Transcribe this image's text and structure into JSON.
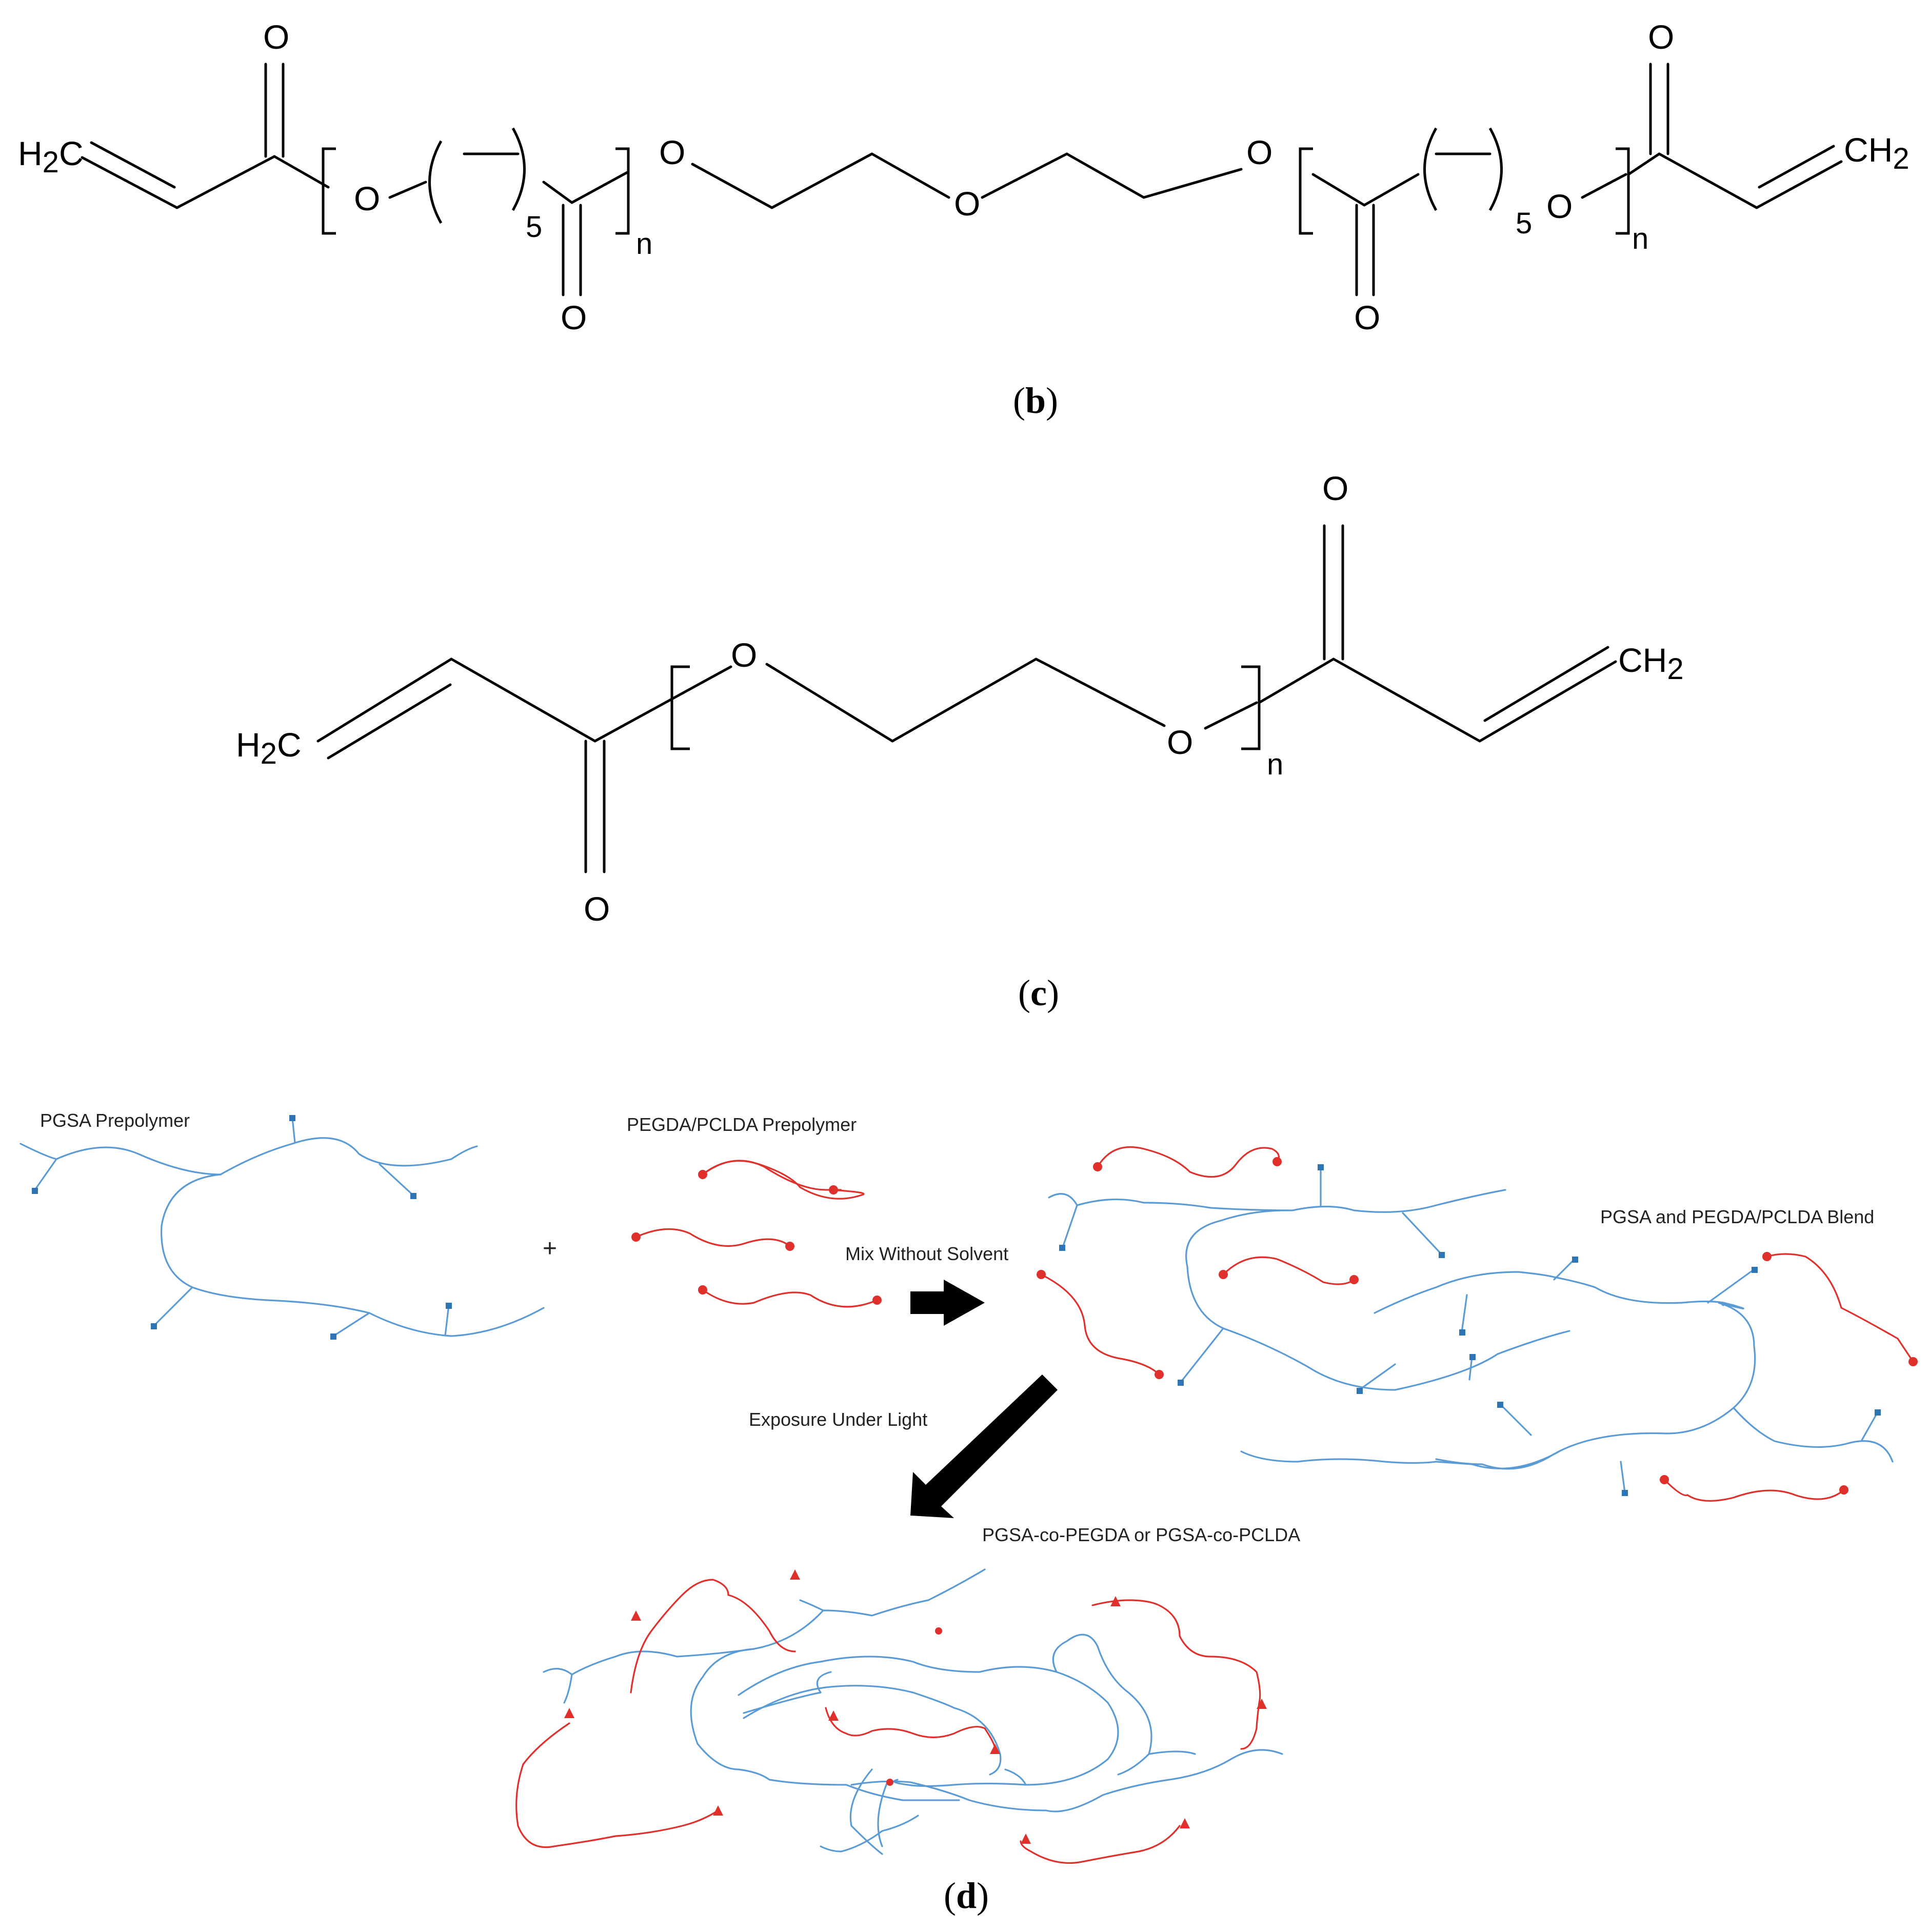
{
  "panel_b": {
    "label_open": "(",
    "label_letter": "b",
    "label_close": ")",
    "h2c": "H",
    "h2c_sub": "2",
    "h2c_tail": "C",
    "ch2": "CH",
    "ch2_sub": "2",
    "oxygen": "O",
    "repeat_5": "5",
    "repeat_n": "n"
  },
  "panel_c": {
    "label_open": "(",
    "label_letter": "c",
    "label_close": ")",
    "h2c": "H",
    "h2c_sub": "2",
    "h2c_tail": "C",
    "ch2": "CH",
    "ch2_sub": "2",
    "oxygen": "O",
    "repeat_n": "n"
  },
  "panel_d": {
    "label_open": "(",
    "label_letter": "d",
    "label_close": ")",
    "pgsa_prepolymer": "PGSA Prepolymer",
    "pegda_pclda_prepolymer": "PEGDA/PCLDA Prepolymer",
    "plus": "+",
    "mix_without_solvent": "Mix Without Solvent",
    "blend": "PGSA and PEGDA/PCLDA Blend",
    "exposure_under_light": "Exposure Under Light",
    "copolymer": "PGSA-co-PEGDA or PGSA-co-PCLDA"
  },
  "colors": {
    "pgsa_chain": "#5b9bd5",
    "acrylate_chain": "#e0302c",
    "arrow": "#000000",
    "bonds": "#000000"
  },
  "icons": {
    "pgsa_end_group": "blue-square-marker",
    "acrylate_end_group": "red-circle-marker",
    "crosslink": "red-triangle-marker",
    "process_arrow": "black-block-arrow"
  }
}
